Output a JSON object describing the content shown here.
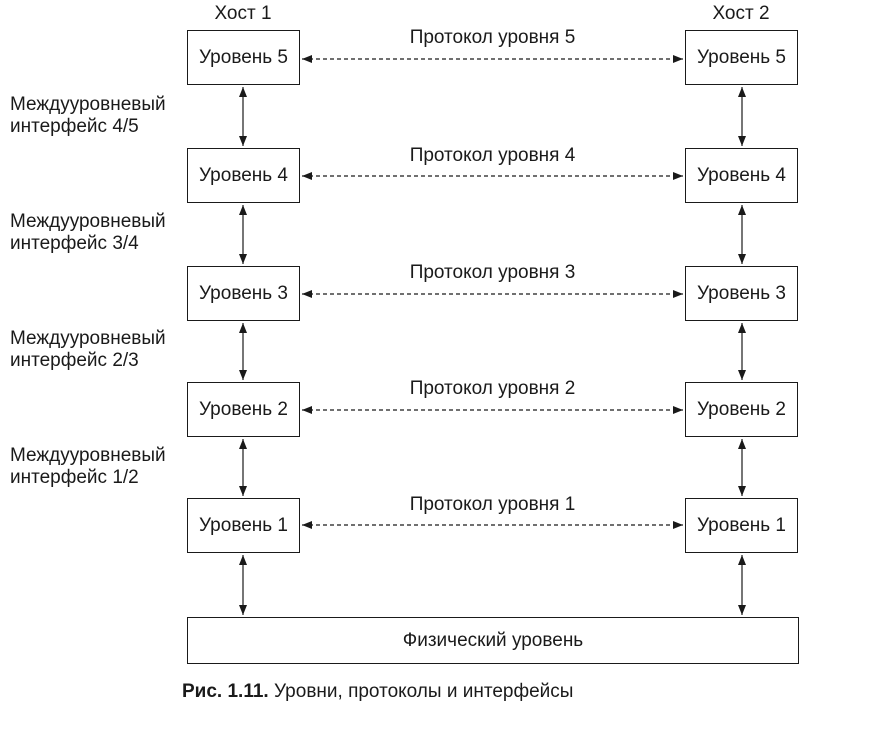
{
  "hosts": {
    "left": "Хост 1",
    "right": "Хост 2"
  },
  "layers": [
    {
      "label": "Уровень 5",
      "protocol": "Протокол уровня 5"
    },
    {
      "label": "Уровень 4",
      "protocol": "Протокол уровня 4"
    },
    {
      "label": "Уровень 3",
      "protocol": "Протокол уровня 3"
    },
    {
      "label": "Уровень 2",
      "protocol": "Протокол уровня 2"
    },
    {
      "label": "Уровень 1",
      "protocol": "Протокол уровня 1"
    }
  ],
  "interfaces": [
    "Междууровневый\nинтерфейс 4/5",
    "Междууровневый\nинтерфейс 3/4",
    "Междууровневый\nинтерфейс 2/3",
    "Междууровневый\nинтерфейс 1/2"
  ],
  "physical": "Физический уровень",
  "caption": {
    "number": "Рис. 1.11.",
    "text": " Уровни, протоколы и интерфейсы"
  }
}
